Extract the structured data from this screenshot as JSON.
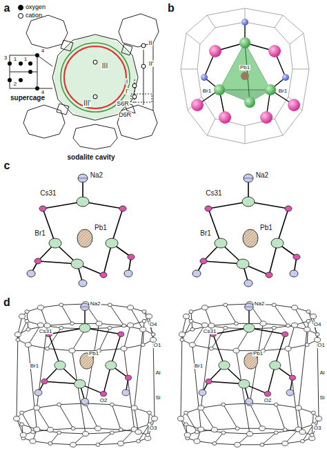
{
  "diagram": {
    "labels": [
      "a",
      "II",
      "II'",
      "III",
      "III'",
      "I",
      "I'",
      "S6R",
      "D6R",
      "3",
      "1",
      "1",
      "2",
      "4",
      "4",
      "supercage",
      "sodalite cavity",
      "b",
      "Pb1",
      "Br1",
      "Br1",
      "c",
      "Na2",
      "Cs31",
      "Br1",
      "Pb1",
      "Na2",
      "Cs31",
      "Br1",
      "Pb1",
      "d",
      "Na2",
      "O4",
      "Cs31",
      "Pb1",
      "O1",
      "Br1",
      "Al",
      "Si",
      "O2",
      "O3",
      "Na2",
      "O4",
      "Cs31",
      "Pb1",
      "O1",
      "Br1",
      "Al",
      "Si",
      "O2",
      "O3"
    ],
    "legend": [
      {
        "text": "oxygen",
        "color": "#000000"
      },
      {
        "text": "cation"
      }
    ]
  }
}
